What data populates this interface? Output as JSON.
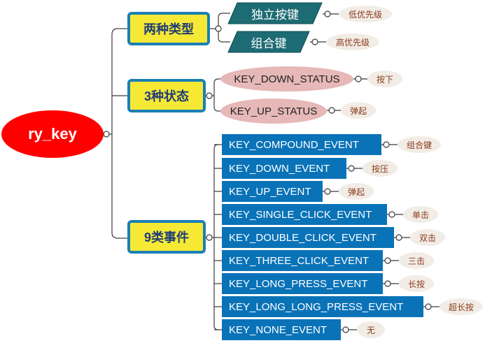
{
  "root": "ry_key",
  "categories": {
    "types": "两种类型",
    "states": "3种状态",
    "events": "9类事件"
  },
  "types": [
    {
      "label": "独立按键",
      "note": "低优先级"
    },
    {
      "label": "组合键",
      "note": "高优先级"
    }
  ],
  "states": [
    {
      "label": "KEY_DOWN_STATUS",
      "note": "按下"
    },
    {
      "label": "KEY_UP_STATUS",
      "note": "弹起"
    }
  ],
  "events": [
    {
      "label": "KEY_COMPOUND_EVENT",
      "note": "组合键"
    },
    {
      "label": "KEY_DOWN_EVENT",
      "note": "按压"
    },
    {
      "label": "KEY_UP_EVENT",
      "note": "弹起"
    },
    {
      "label": "KEY_SINGLE_CLICK_EVENT",
      "note": "单击"
    },
    {
      "label": "KEY_DOUBLE_CLICK_EVENT",
      "note": "双击"
    },
    {
      "label": "KEY_THREE_CLICK_EVENT",
      "note": "三击"
    },
    {
      "label": "KEY_LONG_PRESS_EVENT",
      "note": "长按"
    },
    {
      "label": "KEY_LONG_LONG_PRESS_EVENT",
      "note": "超长按"
    },
    {
      "label": "KEY_NONE_EVENT",
      "note": "无"
    }
  ],
  "colors": {
    "root": "#ff0000",
    "category_fill": "#f5e935",
    "category_border": "#1a7fb5",
    "type_fill": "#1d6b73",
    "status_fill": "#e6b8b8",
    "event_fill": "#0a73b8",
    "note_fill": "#f2ece6",
    "line": "#3a3a3a"
  }
}
